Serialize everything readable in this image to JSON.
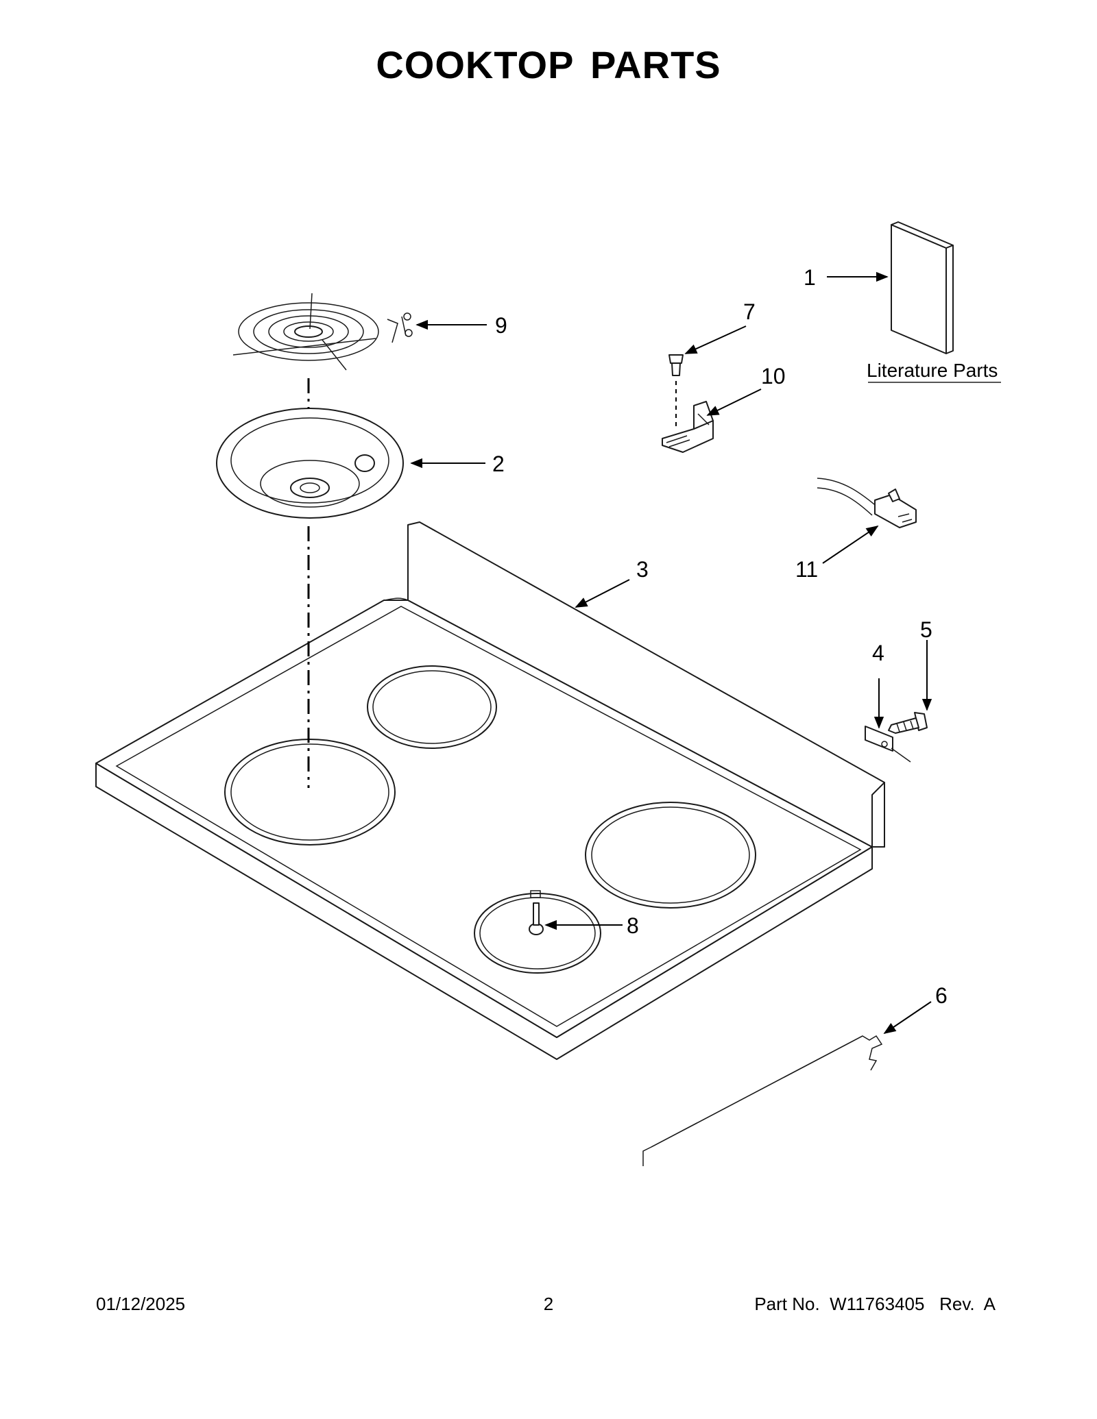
{
  "title": "COOKTOP PARTS",
  "callouts": {
    "c1": "1",
    "c2": "2",
    "c3": "3",
    "c4": "4",
    "c5": "5",
    "c6": "6",
    "c7": "7",
    "c8": "8",
    "c9": "9",
    "c10": "10",
    "c11": "11"
  },
  "literature_label": "Literature Parts",
  "footer": {
    "date": "01/12/2025",
    "page": "2",
    "part_number": "Part No.  W11763405   Rev.  A"
  }
}
